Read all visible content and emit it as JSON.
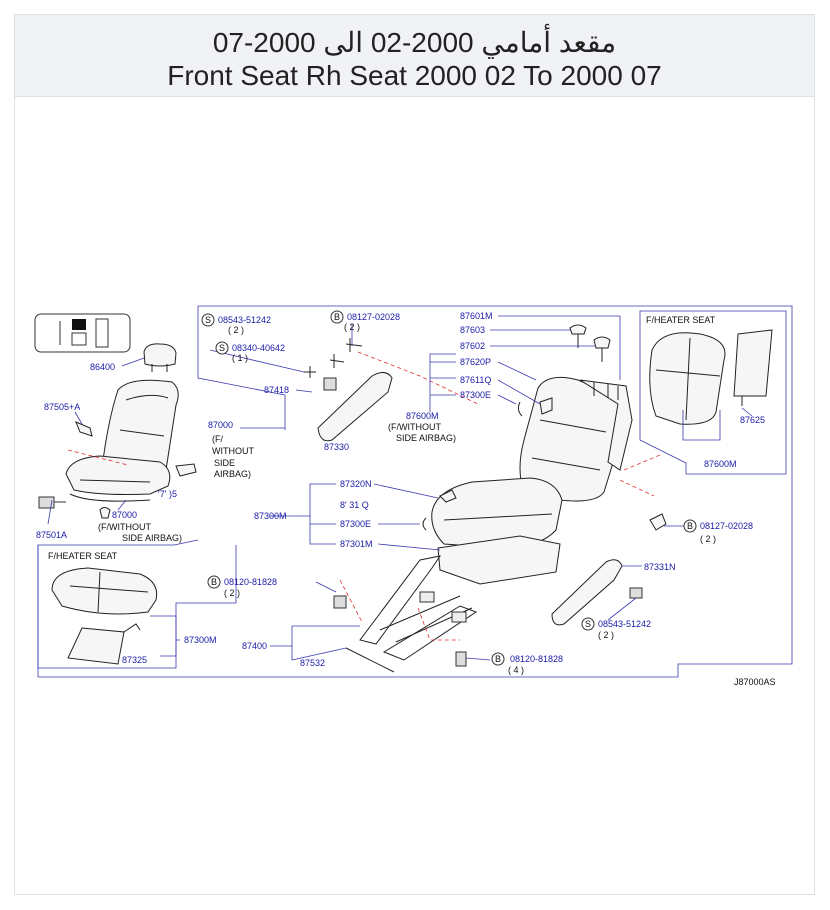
{
  "page": {
    "title_ar": "مقعد أمامي 2000-02 الى 2000-07",
    "title_en": "Front Seat Rh Seat 2000 02 To 2000 07"
  },
  "diagram": {
    "code": "J87000AS",
    "headers": {
      "heater_right": "F/HEATER  SEAT",
      "heater_left": "F/HEATER  SEAT"
    },
    "notes": {
      "without_airbag_1": "(F/",
      "without_airbag_2": "WITHOUT",
      "without_airbag_3": "SIDE",
      "without_airbag_4": "AIRBAG)",
      "without_side_airbag_a": "(F/WITHOUT",
      "without_side_airbag_b": "SIDE  AIRBAG)",
      "without_side_airbag_c": "(F/WITHOUT",
      "without_side_airbag_d": "SIDE  AIRBAG)"
    },
    "parts": {
      "p86400": "86400",
      "p87505A": "87505+A",
      "p87501A": "87501A",
      "p87000a": "87000",
      "p87000b": "87000",
      "p87418": "87418",
      "p87330": "87330",
      "p87300M_a": "87300M",
      "p87300M_b": "87300M",
      "p87320N": "87320N",
      "p87331Q": "8' 31  Q",
      "p87300E_a": "87300E",
      "p87300E_b": "87300E",
      "p87301M": "87301M",
      "p87601M": "87601M",
      "p87603": "87603",
      "p87602": "87602",
      "p87620P": "87620P",
      "p87611Q": "87611Q",
      "p87600M_a": "87600M",
      "p87600M_b": "87600M",
      "p87625": "87625",
      "p87331N": "87331N",
      "p87400": "87400",
      "p87532": "87532",
      "p87325": "87325",
      "p8705": "'7' )5"
    },
    "bolts": {
      "b1_code": "08543-51242",
      "b1_qty": "( 2 )",
      "b2_code": "08340-40642",
      "b2_qty": "( 1 )",
      "b3_code": "08127-02028",
      "b3_qty": "( 2 )",
      "b4_code": "08127-02028",
      "b4_qty": "( 2 )",
      "b5_code": "08120-81828",
      "b5_qty": "( 2 )",
      "b6_code": "08543-51242",
      "b6_qty": "( 2 )",
      "b7_code": "08120-81828",
      "b7_qty": "( 4 )"
    },
    "markers": {
      "s": "S",
      "b": "B"
    }
  }
}
